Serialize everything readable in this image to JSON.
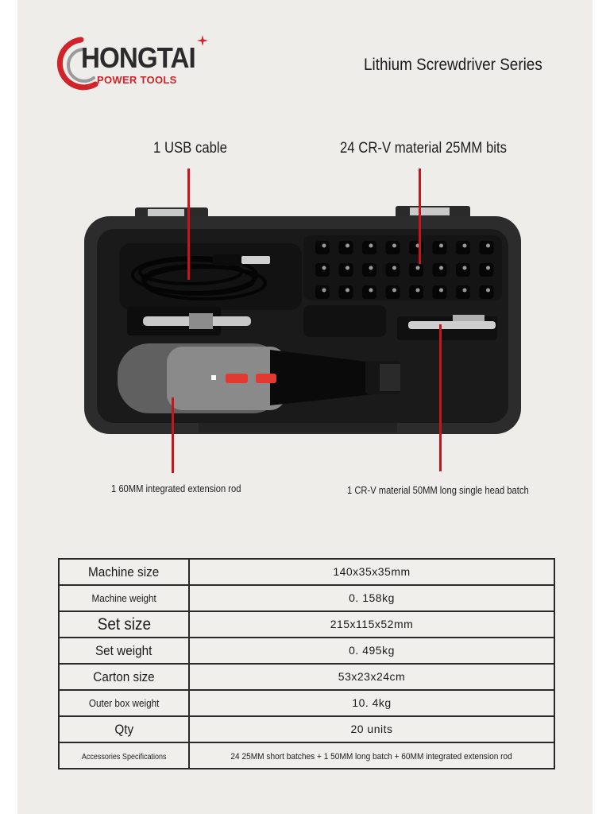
{
  "brand": {
    "name": "HONGTAI",
    "subtitle": "POWER TOOLS",
    "primary_color": "#d0232a"
  },
  "series_title": "Lithium Screwdriver Series",
  "callouts": {
    "usb_cable": "1 USB cable",
    "bits": "24 CR-V material 25MM bits",
    "extension_rod": "1 60MM integrated extension rod",
    "single_head": "1 CR-V material 50MM long single head batch"
  },
  "specs": [
    {
      "label": "Machine size",
      "value": "140x35x35mm",
      "label_size": "md"
    },
    {
      "label": "Machine weight",
      "value": "0. 158kg",
      "label_size": "sm"
    },
    {
      "label": "Set size",
      "value": "215x115x52mm",
      "label_size": "lg"
    },
    {
      "label": "Set weight",
      "value": "0. 495kg",
      "label_size": "md"
    },
    {
      "label": "Carton size",
      "value": "53x23x24cm",
      "label_size": "md"
    },
    {
      "label": "Outer box weight",
      "value": "10. 4kg",
      "label_size": "sm"
    },
    {
      "label": "Qty",
      "value": "20 units",
      "label_size": "md"
    },
    {
      "label": "Accessories Specifications",
      "value": "24 25MM short batches + 1 50MM long batch + 60MM integrated extension rod",
      "label_size": "xs"
    }
  ]
}
